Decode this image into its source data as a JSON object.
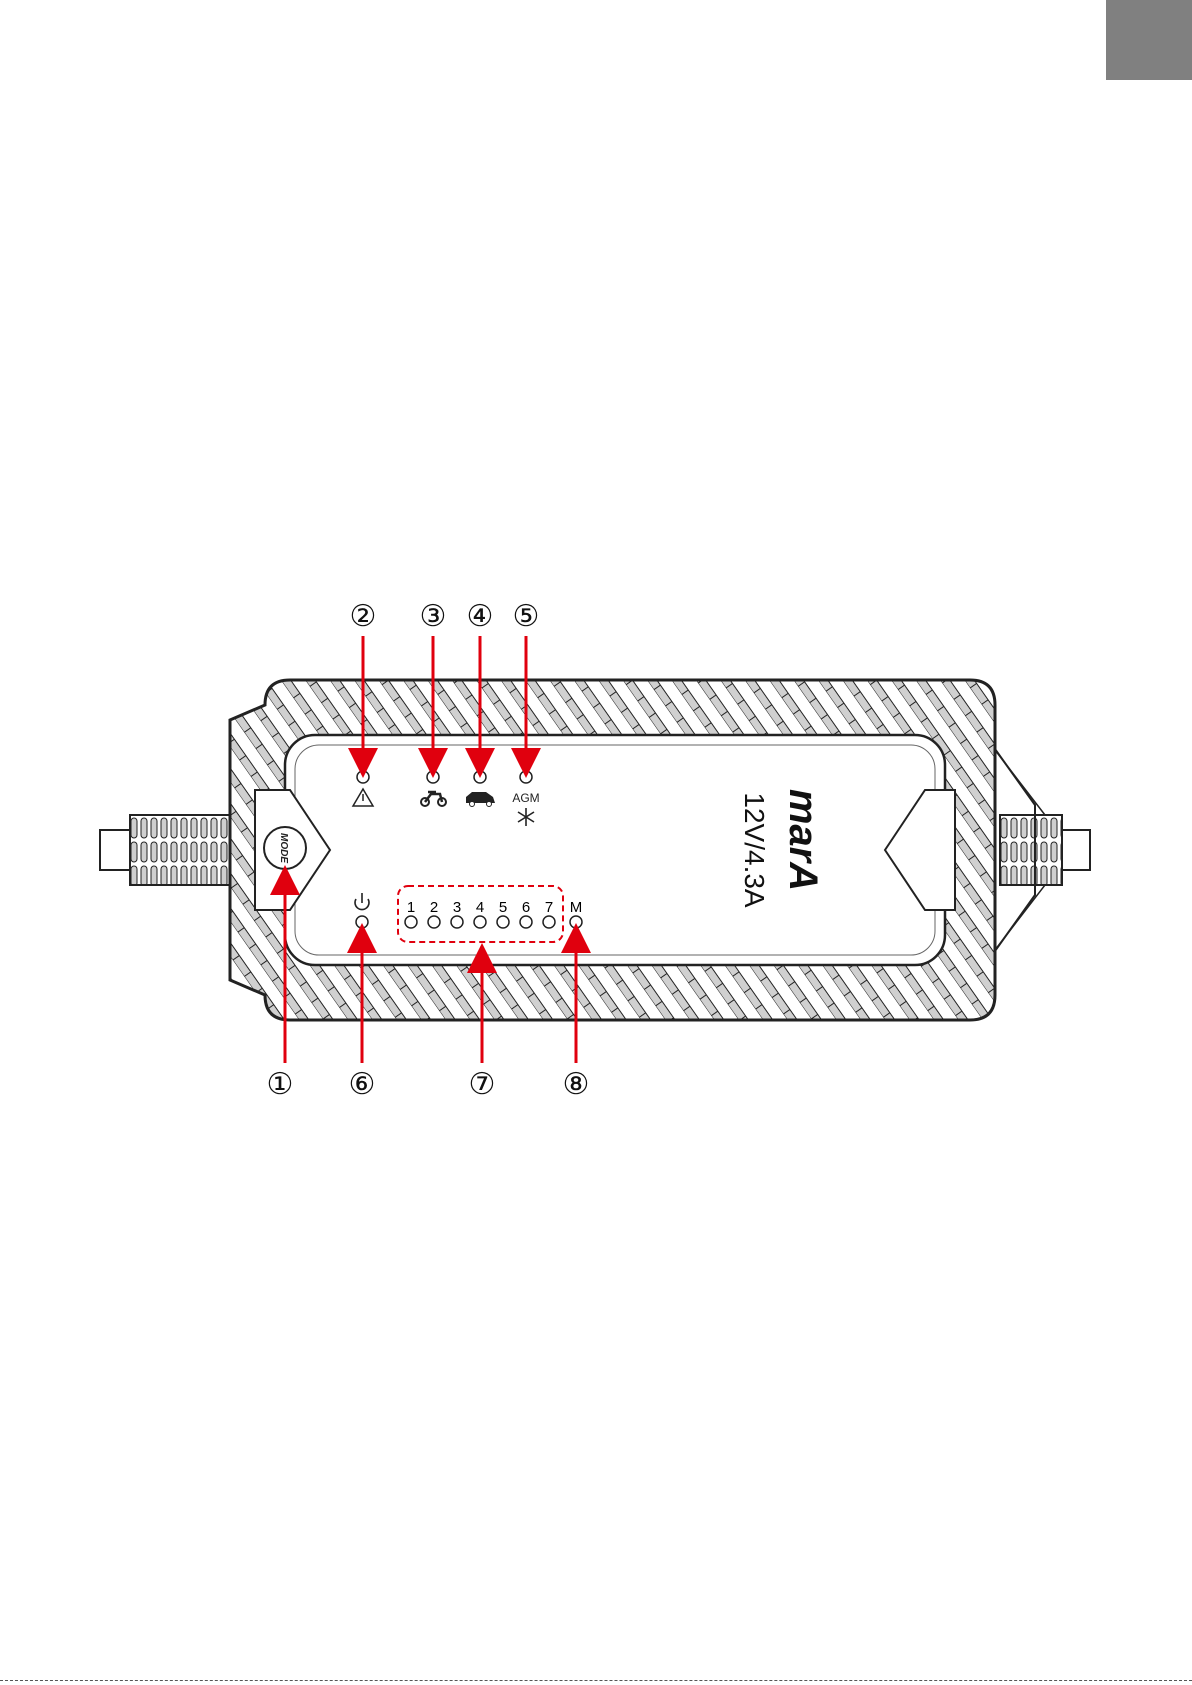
{
  "page_tab_color": "#808080",
  "arrow_color": "#e0000e",
  "device": {
    "brand": "marA",
    "rating": "12V/4.3A",
    "mode_button_label": "MODE",
    "agm_label": "AGM",
    "charge_step_labels": [
      "1",
      "2",
      "3",
      "4",
      "5",
      "6",
      "7"
    ],
    "maintenance_label": "M",
    "icons": [
      "warning-icon",
      "motorcycle-icon",
      "car-icon",
      "snowflake-icon",
      "power-icon"
    ]
  },
  "callouts": [
    {
      "id": "1",
      "label": "①",
      "target": "mode-button"
    },
    {
      "id": "2",
      "label": "②",
      "target": "warning-led"
    },
    {
      "id": "3",
      "label": "③",
      "target": "motorcycle-mode-led"
    },
    {
      "id": "4",
      "label": "④",
      "target": "car-mode-led"
    },
    {
      "id": "5",
      "label": "⑤",
      "target": "agm-cold-mode-led"
    },
    {
      "id": "6",
      "label": "⑥",
      "target": "power-led"
    },
    {
      "id": "7",
      "label": "⑦",
      "target": "charge-step-leds"
    },
    {
      "id": "8",
      "label": "⑧",
      "target": "maintenance-led"
    }
  ]
}
